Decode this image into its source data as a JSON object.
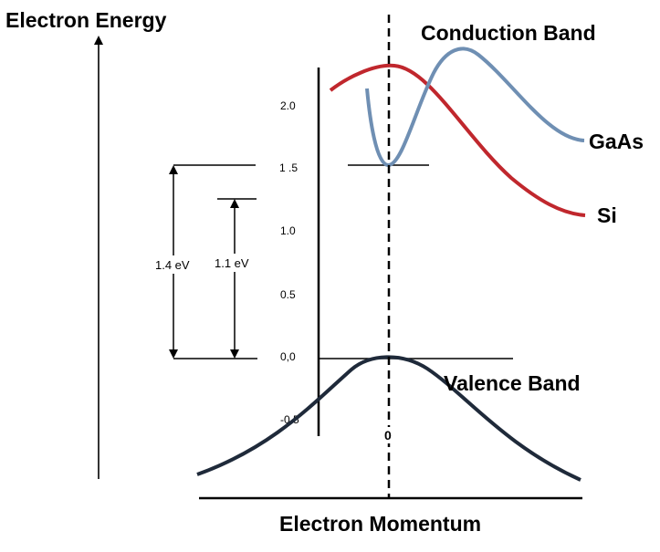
{
  "labels": {
    "y_axis": "Electron Energy",
    "x_axis": "Electron Momentum",
    "conduction_band": "Conduction Band",
    "valence_band": "Valence Band",
    "gaas": "GaAs",
    "si": "Si",
    "momentum_zero": "0"
  },
  "energy_ticks": [
    "2.0",
    "1 .5",
    "1.0",
    "0.5",
    "0,0",
    "-0.5"
  ],
  "gap_measures": {
    "gaas": "1.4 eV",
    "si": "1.1 eV"
  },
  "colors": {
    "gaas_curve": "#6f8fb3",
    "si_curve": "#c0272d",
    "valence_curve": "#1f2a3a",
    "axes": "#000000"
  }
}
